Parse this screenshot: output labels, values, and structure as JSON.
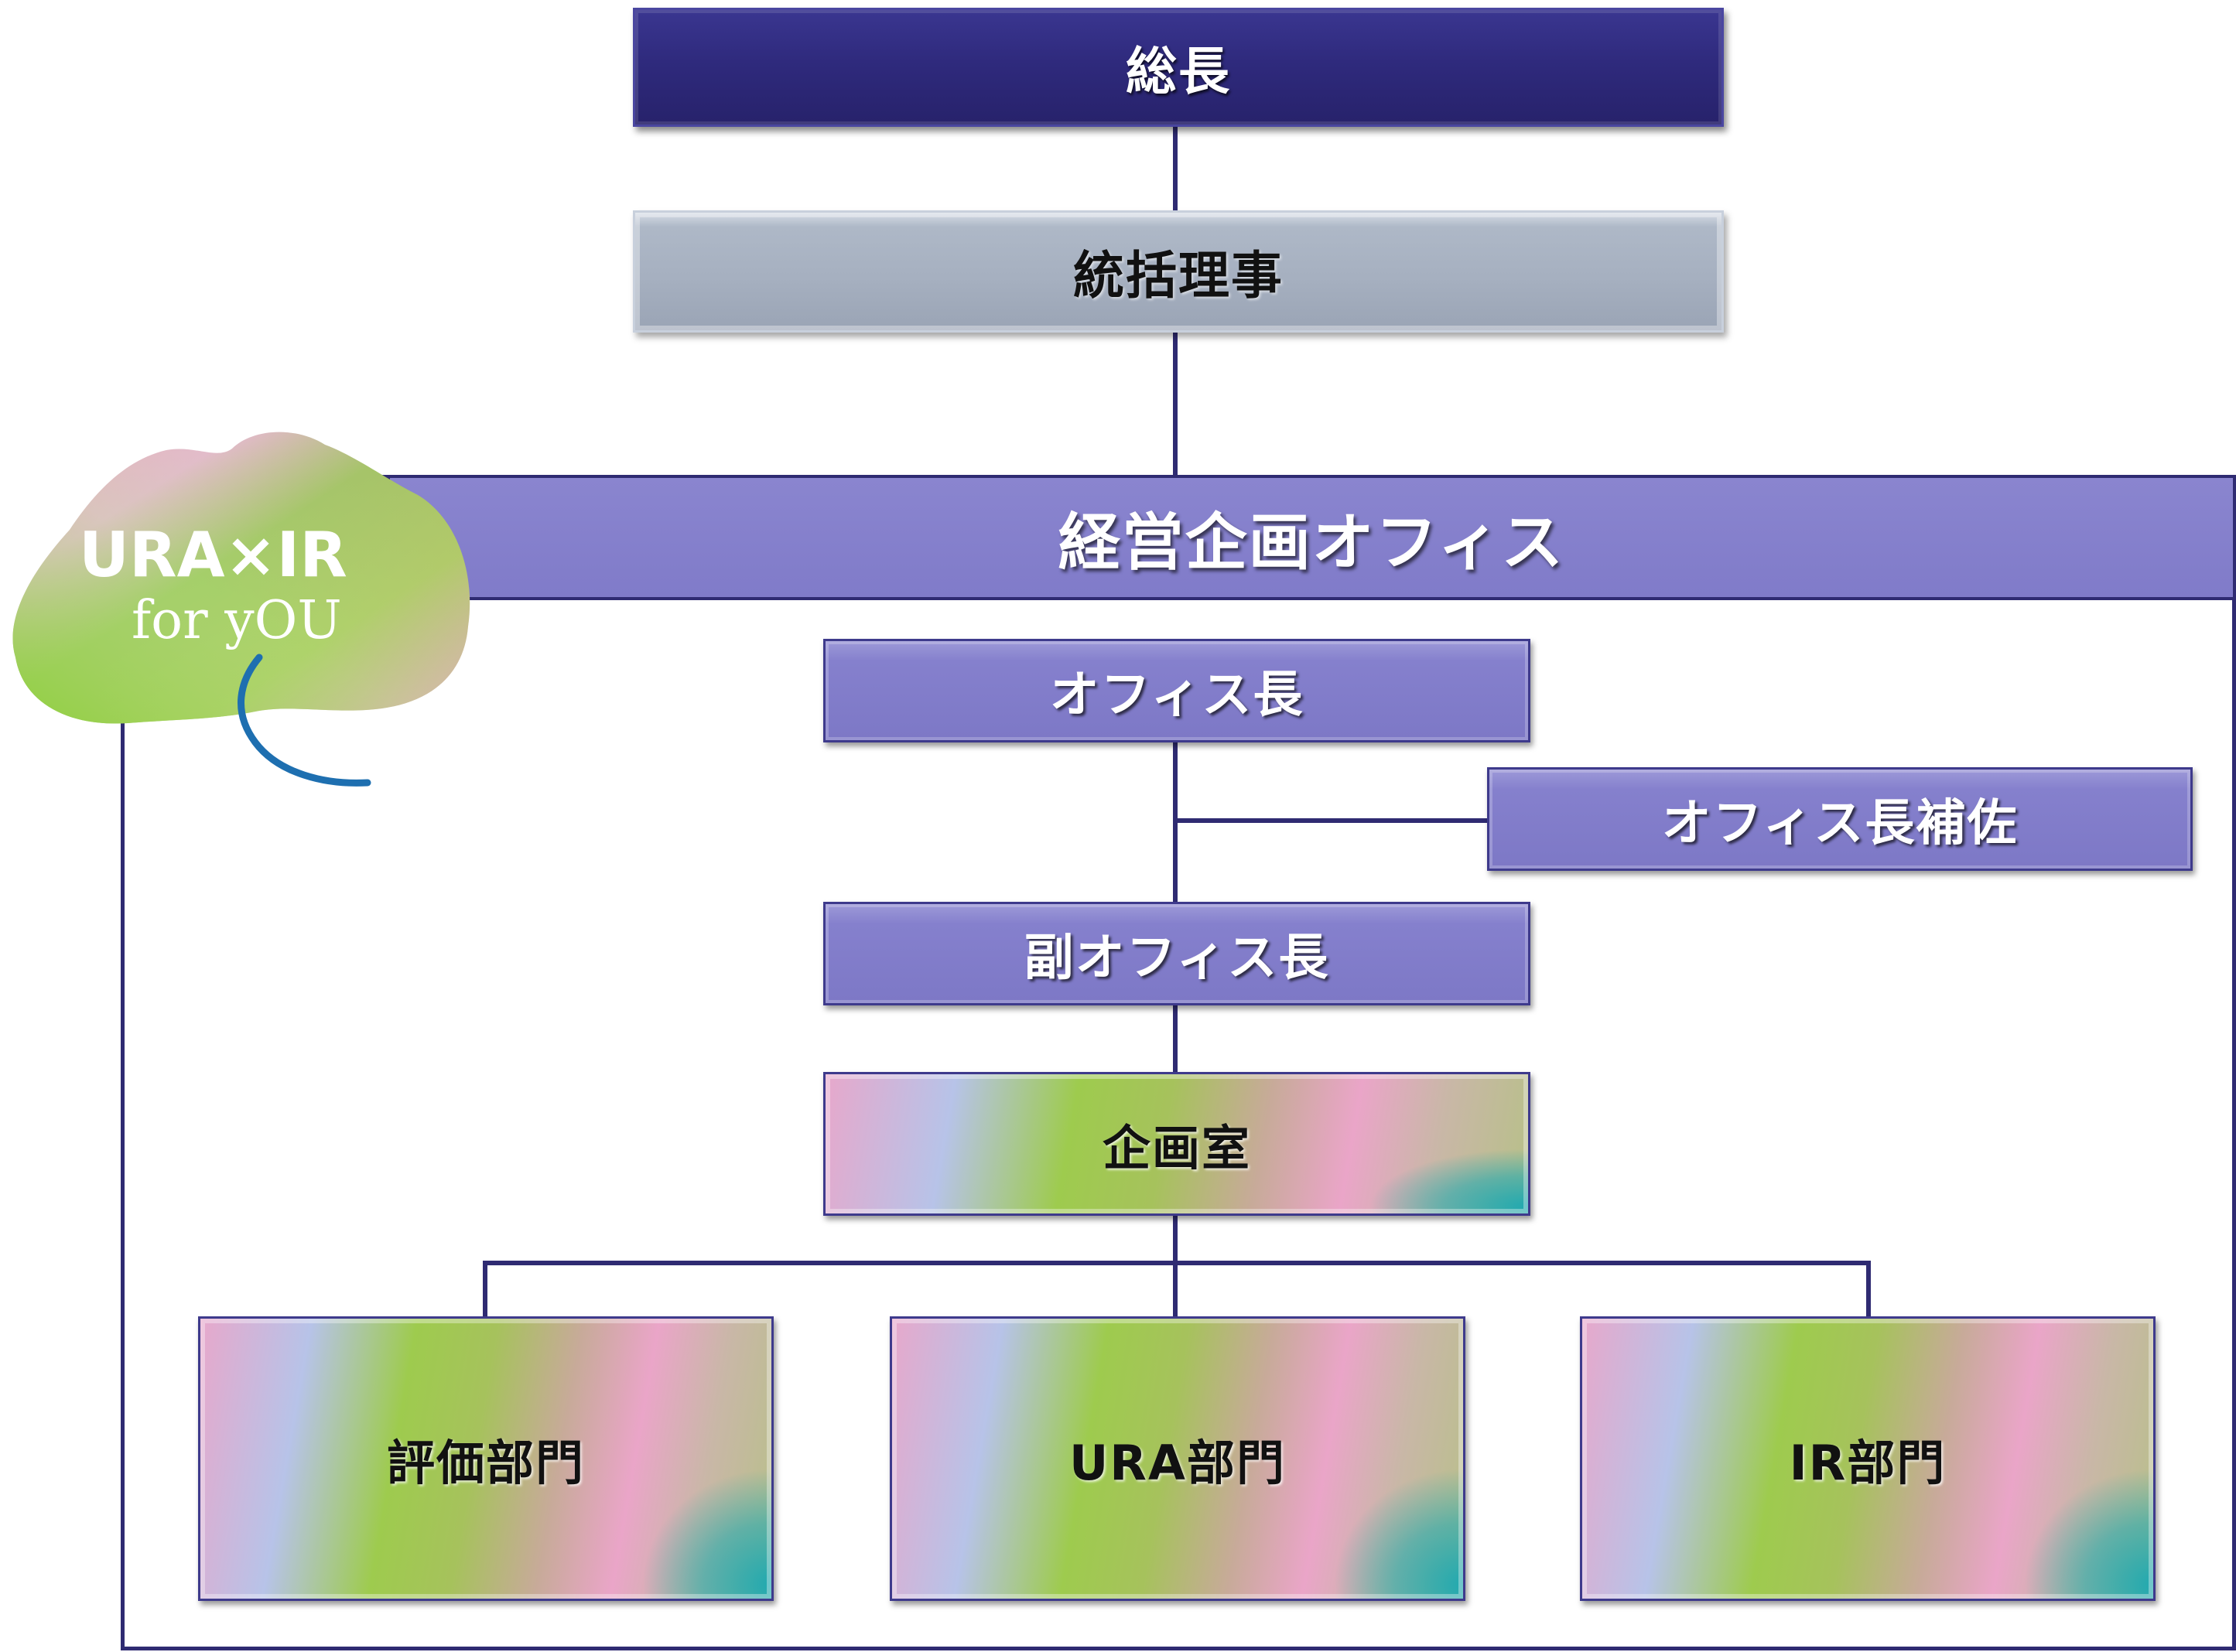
{
  "org_chart": {
    "president": "総長",
    "executive_director": "統括理事",
    "office_name": "経営企画オフィス",
    "office_head": "オフィス長",
    "office_head_assistant": "オフィス長補佐",
    "deputy_office_head": "副オフィス長",
    "planning_room": "企画室",
    "departments": [
      "評価部門",
      "URA部門",
      "IR部門"
    ]
  },
  "logo": {
    "line1": "URA×IR",
    "line2": "for yOU"
  },
  "colors": {
    "navy": "#2f2a7d",
    "grey": "#a6b0c0",
    "lavender": "#8580cd",
    "line": "#2f2b72"
  }
}
